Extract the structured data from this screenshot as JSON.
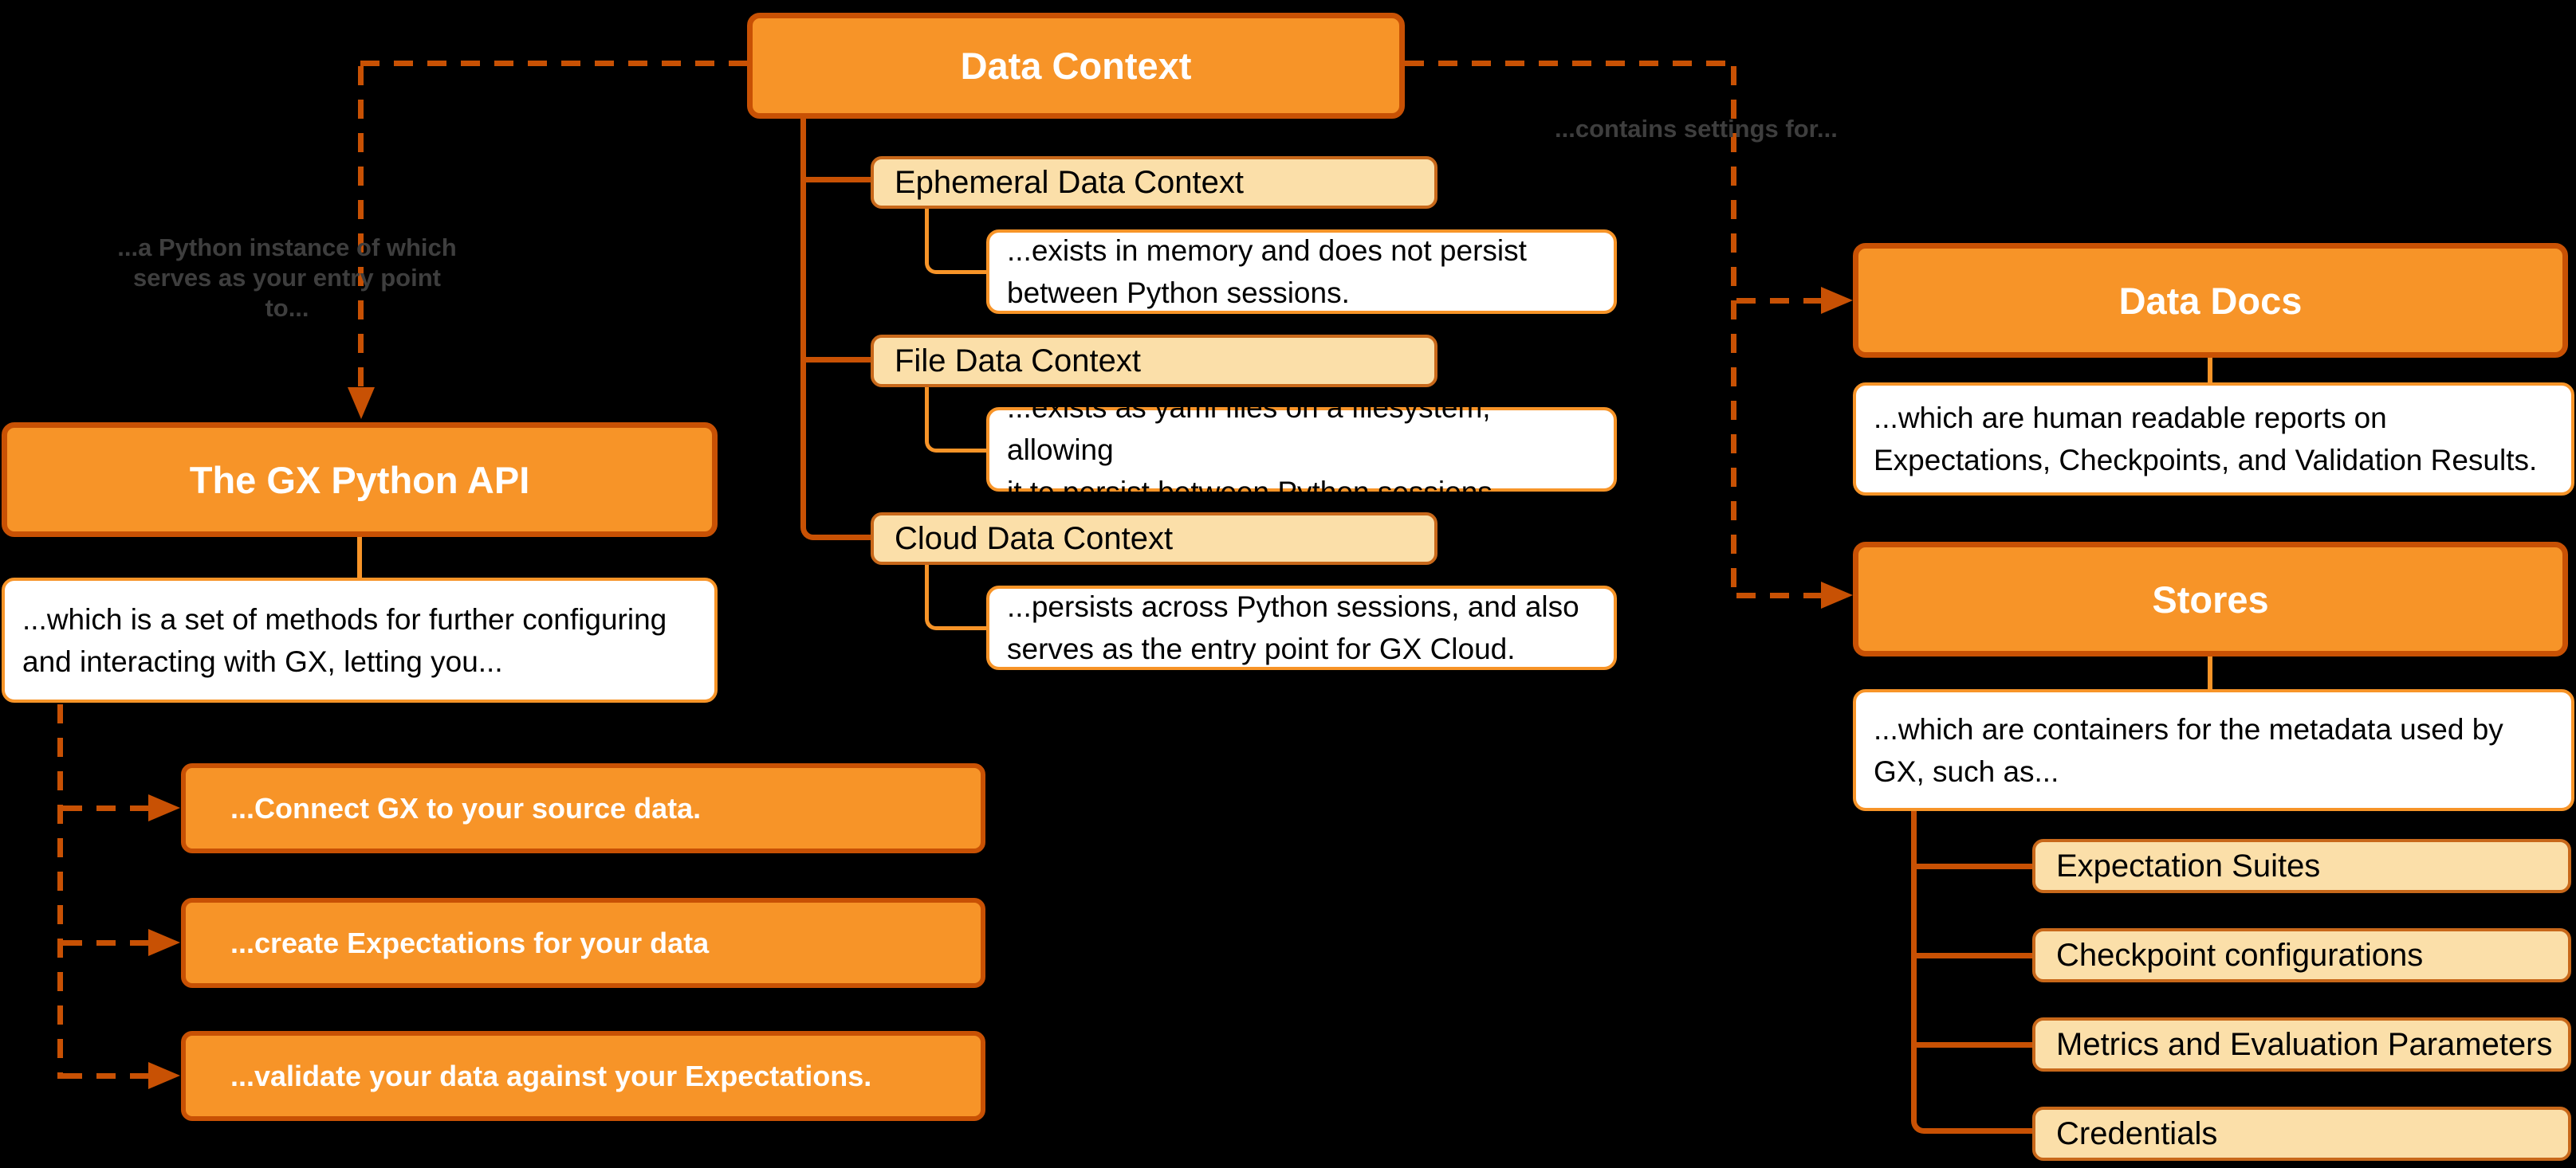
{
  "diagram": {
    "title_node": "Data Context",
    "colors": {
      "background": "#000000",
      "node_orange_fill": "#F79428",
      "node_orange_border": "#C85104",
      "node_light_fill": "#FBDFA9",
      "node_light_border": "#C8681A",
      "desc_border": "#F79428",
      "desc_fill": "#FFFFFF",
      "connector_dark": "#C85104",
      "edge_label_gray": "#3E3E3E",
      "header_text": "#FFFFFF",
      "body_text": "#000000"
    },
    "data_context": {
      "label": "Data Context"
    },
    "context_types": [
      {
        "label": "Ephemeral Data Context",
        "desc_lines": [
          "...exists in memory and does not persist",
          "between Python sessions."
        ]
      },
      {
        "label": "File Data Context",
        "desc_lines": [
          "...exists as yaml files on a filesystem, allowing",
          "it to persist between Python sessions."
        ]
      },
      {
        "label": "Cloud Data Context",
        "desc_lines": [
          "...persists across Python sessions, and also",
          "serves as the entry point for GX Cloud."
        ]
      }
    ],
    "gx_api": {
      "label": "The GX Python API",
      "desc_lines": [
        "...which is a set of methods for further configuring",
        "and interacting with GX, letting you..."
      ]
    },
    "actions": [
      {
        "label": "...Connect GX to your source data."
      },
      {
        "label": "...create Expectations for your data"
      },
      {
        "label": "...validate your data against your Expectations."
      }
    ],
    "data_docs": {
      "label": "Data Docs",
      "desc_lines": [
        "...which are human readable reports on",
        "Expectations, Checkpoints, and Validation Results."
      ]
    },
    "stores": {
      "label": "Stores",
      "desc_lines": [
        "...which are containers for the metadata used by",
        "GX, such as..."
      ],
      "items": [
        {
          "label": "Expectation Suites"
        },
        {
          "label": "Checkpoint configurations"
        },
        {
          "label": "Metrics and Evaluation Parameters"
        },
        {
          "label": "Credentials"
        }
      ]
    },
    "edge_labels": {
      "python_instance": {
        "line1": "...a Python instance of which",
        "line2": "serves as your entry point to..."
      },
      "contains_settings": "...contains settings for..."
    }
  }
}
